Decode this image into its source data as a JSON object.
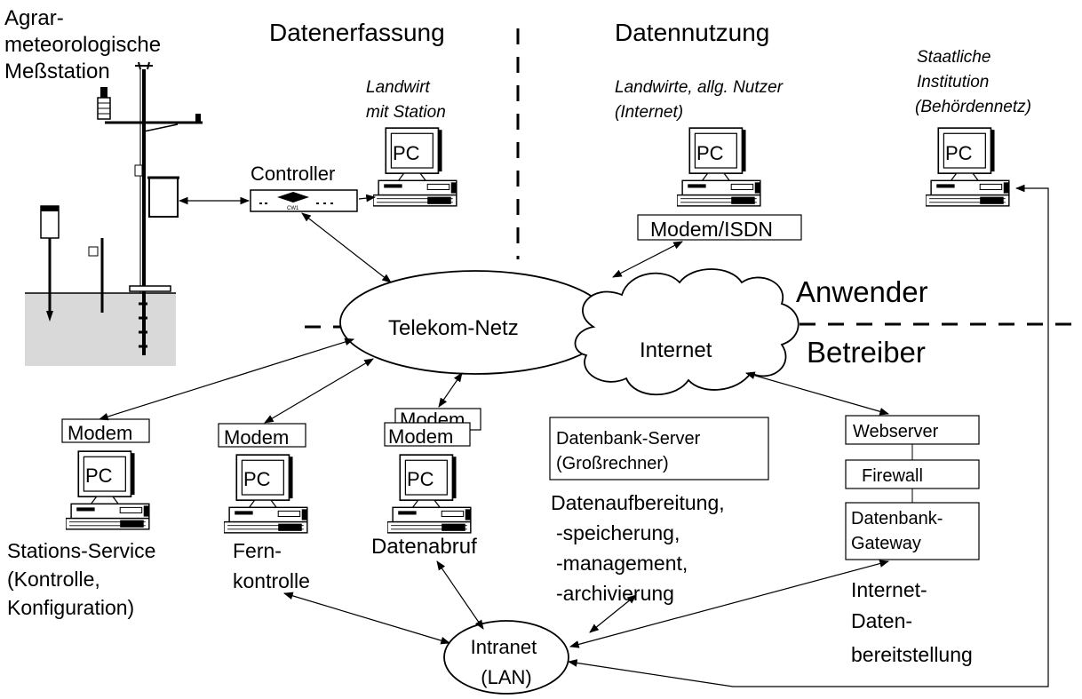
{
  "header": {
    "left": "Datenerfassung",
    "right": "Datennutzung"
  },
  "station": {
    "line1": "Agrar-",
    "line2": "meteorologische",
    "line3": "Meßstation"
  },
  "controller": "Controller",
  "controller_device": "CW1",
  "landwirt": {
    "line1": "Landwirt",
    "line2": "mit Station"
  },
  "users": {
    "line1": "Landwirte, allg. Nutzer",
    "line2": "(Internet)"
  },
  "institution": {
    "line1": "Staatliche",
    "line2": "Institution",
    "line3": "(Behördennetz)"
  },
  "pc_label": "PC",
  "modem_isdn": "Modem/ISDN",
  "modem": "Modem",
  "anwender": "Anwender",
  "betreiber": "Betreiber",
  "telekom": "Telekom-Netz",
  "internet": "Internet",
  "intranet": {
    "line1": "Intranet",
    "line2": "(LAN)"
  },
  "service": {
    "line1": "Stations-Service",
    "line2": "(Kontrolle,",
    "line3": "Konfiguration)"
  },
  "fern": {
    "line1": "Fern-",
    "line2": "kontrolle"
  },
  "abruf": "Datenabruf",
  "db_server": {
    "line1": "Datenbank-Server",
    "line2": "(Großrechner)"
  },
  "aufbereitung": {
    "line1": "Datenaufbereitung,",
    "line2": "-speicherung,",
    "line3": "-management,",
    "line4": "-archivierung"
  },
  "webserver": "Webserver",
  "firewall": "Firewall",
  "gateway": {
    "line1": "Datenbank-",
    "line2": "Gateway"
  },
  "bereitstellung": {
    "line1": "Internet-",
    "line2": "Daten-",
    "line3": "bereitstellung"
  }
}
